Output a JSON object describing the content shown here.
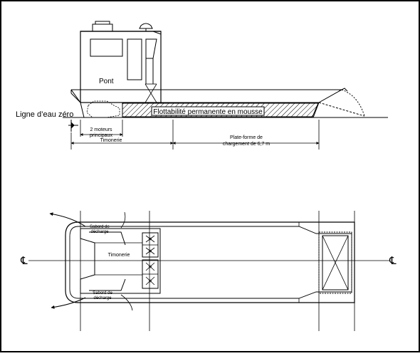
{
  "elevation": {
    "pont_label": "Pont",
    "waterline_label": "Ligne d’eau zéro",
    "flotation_label": "Flottabilité permanente en mousse",
    "engines_label_line1": "2 moteurs",
    "engines_label_line2": "principaux",
    "wheelhouse_dim_label": "Timonerie",
    "platform_label_line1": "Plate-forme de",
    "platform_label_line2": "chargement de 6,7 m"
  },
  "plan": {
    "wheelhouse_label": "Timonerie",
    "scupper_top_line1": "Sabord de",
    "scupper_top_line2": "décharge",
    "scupper_bottom_line1": "Sabord de",
    "scupper_bottom_line2": "décharge",
    "centerline_left_symbol": "℄",
    "centerline_right_symbol": "℄"
  },
  "colors": {
    "line": "#000000",
    "background": "#ffffff"
  }
}
